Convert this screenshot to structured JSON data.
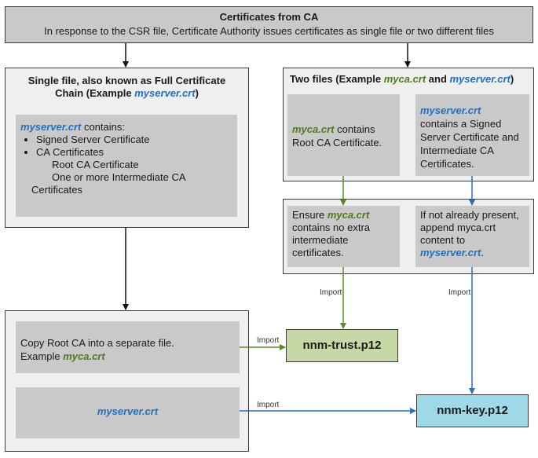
{
  "header": {
    "title": "Certificates from CA",
    "subtitle": "In response to the CSR file, Certificate Authority issues certificates as single file or two different files"
  },
  "single": {
    "title_line1": "Single file, also known as Full Certificate",
    "title_line2_prefix": "Chain (Example ",
    "title_line2_file": "myserver.crt",
    "title_line2_suffix": ")",
    "contains_file": "myserver.crt",
    "contains_text": " contains:",
    "bullet1": "Signed Server Certificate",
    "bullet2": "CA Certificates",
    "sub1": "Root CA Certificate",
    "sub2": "One or more Intermediate CA",
    "sub3": "Certificates"
  },
  "two": {
    "title_prefix": "Two files (Example ",
    "title_file1": "myca.crt",
    "title_and": " and ",
    "title_file2": "myserver.crt",
    "title_suffix": ")",
    "left_file": "myca.crt",
    "left_text1": " contains",
    "left_text2": "Root CA Certificate.",
    "right_file": "myserver.crt",
    "right_line1": "contains a Signed",
    "right_line2": "Server Certificate and",
    "right_line3": "Intermediate CA",
    "right_line4": "Certificates."
  },
  "ensure": {
    "line1_prefix": "Ensure ",
    "line1_file": "myca.crt",
    "line2": "contains no extra",
    "line3": "intermediate",
    "line4": "certificates."
  },
  "append": {
    "line1": "If not already present,",
    "line2": "append myca.crt",
    "line3": "content to",
    "line4_file": "myserver.crt",
    "line4_suffix": "."
  },
  "copy": {
    "line1": "Copy Root CA into a separate file.",
    "line2_prefix": "Example ",
    "line2_file": "myca.crt"
  },
  "bottom_file": "myserver.crt",
  "import_labels": [
    "Import",
    "Import",
    "Import",
    "Import"
  ],
  "trust_label": "nnm-trust.p12",
  "key_label": "nnm-key.p12",
  "colors": {
    "green": "#4e7a1e",
    "blue": "#1f6fc5",
    "trust_bg": "#c6d9a4",
    "key_bg": "#9fd8e6"
  }
}
